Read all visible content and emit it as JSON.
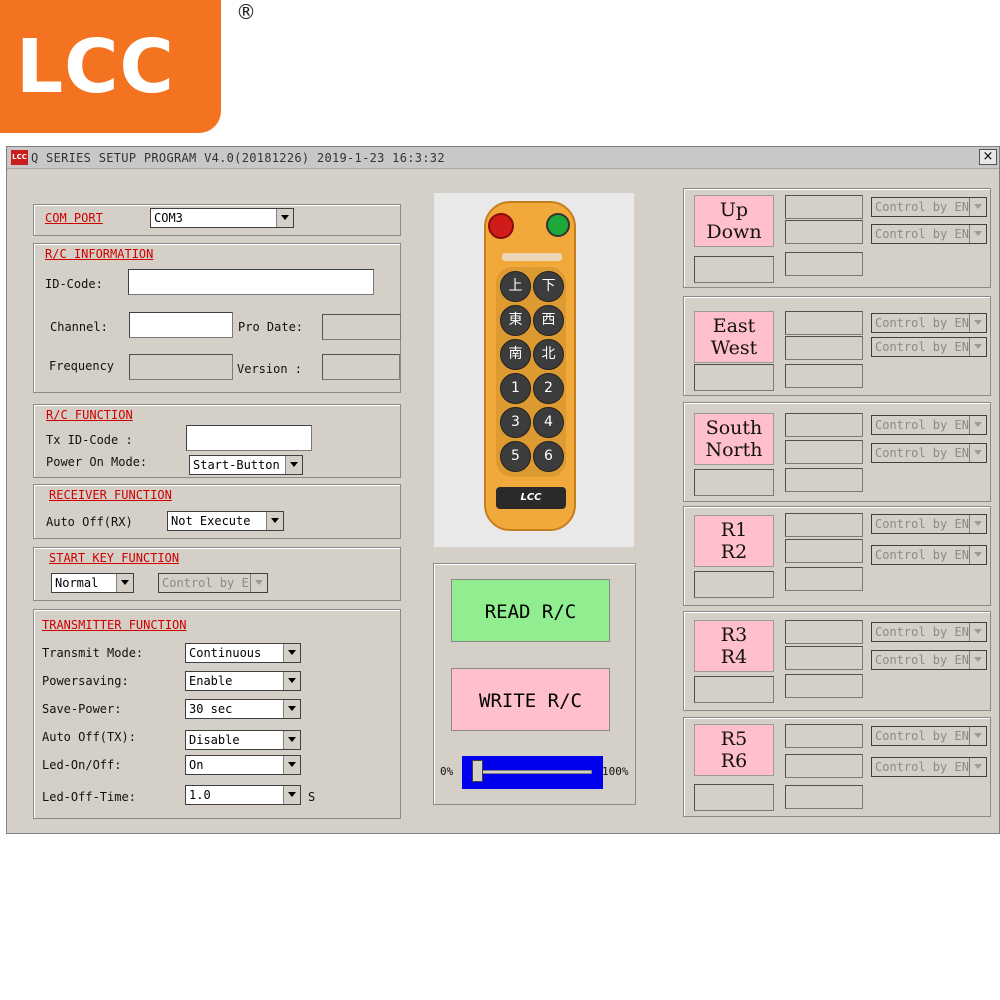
{
  "brand": {
    "logo_text": "LCC",
    "registered": "®",
    "logo_color": "#f37321"
  },
  "window": {
    "title": "Q SERIES SETUP PROGRAM  V4.0(20181226)  2019-1-23 16:3:32",
    "icon_text": "LCC",
    "close_label": "×"
  },
  "com_port": {
    "label": "COM PORT",
    "value": "COM3"
  },
  "rc_info": {
    "title": "R/C INFORMATION",
    "id_code_label": "ID-Code:",
    "channel_label": "Channel:",
    "pro_date_label": "Pro Date:",
    "frequency_label": "Frequency",
    "version_label": "Version :"
  },
  "rc_function": {
    "title": "R/C FUNCTION",
    "tx_id_label": "Tx ID-Code :",
    "power_on_label": "Power On Mode:",
    "power_on_value": "Start-Button"
  },
  "receiver_function": {
    "title": "RECEIVER FUNCTION",
    "auto_off_label": "Auto Off(RX)",
    "auto_off_value": "Not Execute"
  },
  "start_key_function": {
    "title": "START KEY FUNCTION",
    "mode_value": "Normal",
    "control_value": "Control by E"
  },
  "transmitter_function": {
    "title": "TRANSMITTER FUNCTION",
    "rows": [
      {
        "label": "Transmit Mode:",
        "value": "Continuous"
      },
      {
        "label": "Powersaving:",
        "value": "Enable"
      },
      {
        "label": "Save-Power:",
        "value": "30 sec"
      },
      {
        "label": "Auto Off(TX):",
        "value": "Disable"
      },
      {
        "label": "Led-On/Off:",
        "value": "On"
      },
      {
        "label": "Led-Off-Time:",
        "value": "1.0"
      }
    ],
    "unit": "S"
  },
  "remote": {
    "keys": [
      "上",
      "下",
      "東",
      "西",
      "南",
      "北",
      "1",
      "2",
      "3",
      "4",
      "5",
      "6"
    ],
    "badge": "LCC",
    "body_color": "#f2a93b"
  },
  "actions": {
    "read_label": "READ R/C",
    "write_label": "WRITE R/C",
    "slider_min": "0%",
    "slider_max": "100%",
    "slider_value": 0.0
  },
  "relays": [
    {
      "line1": "Up",
      "line2": "Down",
      "control1": "Control by EN",
      "control2": "Control by EN"
    },
    {
      "line1": "East",
      "line2": "West",
      "control1": "Control by EN",
      "control2": "Control by EN"
    },
    {
      "line1": "South",
      "line2": "North",
      "control1": "Control by EN",
      "control2": "Control by EN"
    },
    {
      "line1": "R1",
      "line2": "R2",
      "control1": "Control by EN",
      "control2": "Control by EN"
    },
    {
      "line1": "R3",
      "line2": "R4",
      "control1": "Control by EN",
      "control2": "Control by EN"
    },
    {
      "line1": "R5",
      "line2": "R6",
      "control1": "Control by EN",
      "control2": "Control by EN"
    }
  ]
}
